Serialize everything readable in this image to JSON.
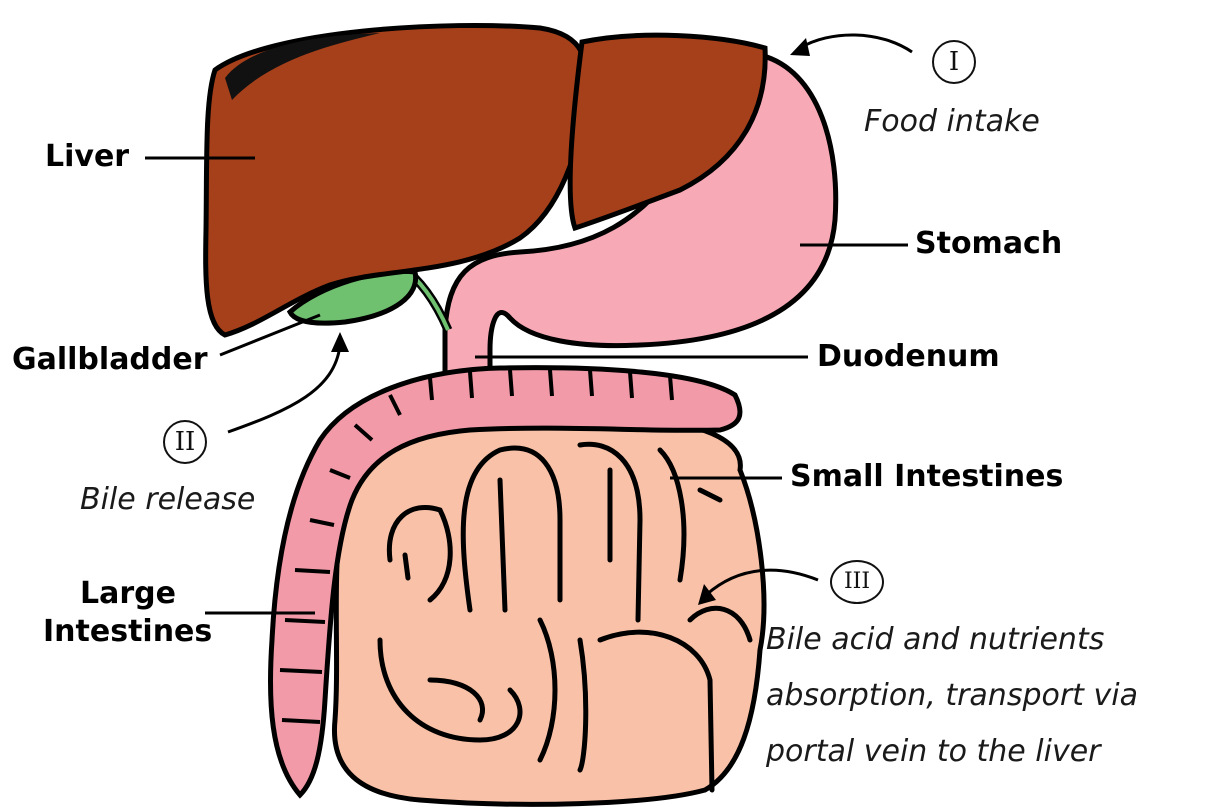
{
  "labels": {
    "liver": "Liver",
    "stomach": "Stomach",
    "gallbladder": "Gallbladder",
    "duodenum": "Duodenum",
    "small_intestines": "Small Intestines",
    "large_intestines_line1": "Large",
    "large_intestines_line2": "Intestines"
  },
  "steps": [
    {
      "numeral": "I",
      "text_lines": [
        "Food intake"
      ]
    },
    {
      "numeral": "II",
      "text_lines": [
        "Bile release"
      ]
    },
    {
      "numeral": "III",
      "text_lines": [
        "Bile acid and nutrients",
        "absorption, transport via",
        "portal vein to the liver"
      ]
    }
  ],
  "colors": {
    "liver": "#a6401a",
    "stomach": "#f8a9b6",
    "gallbladder": "#6fc06f",
    "small_intestines": "#f9c1a7",
    "large_intestines": "#f29aa7",
    "outline": "#000000"
  }
}
